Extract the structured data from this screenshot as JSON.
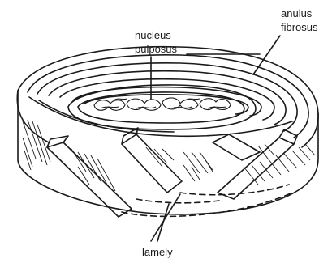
{
  "labels": {
    "nucleus_line1": "nucleus",
    "nucleus_line2": "pulposus",
    "anulus_line1": "anulus",
    "anulus_line2": "fibrosus",
    "lamely": "lamely"
  },
  "colors": {
    "ink": "#1a1a1a",
    "background": "#ffffff"
  }
}
